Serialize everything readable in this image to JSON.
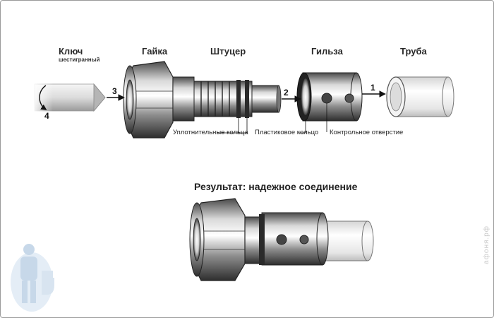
{
  "labels": {
    "key": "Ключ",
    "key_sub": "шестигранный",
    "nut": "Гайка",
    "fitting": "Штуцер",
    "sleeve": "Гильза",
    "pipe": "Труба"
  },
  "callouts": {
    "sealing_rings": "Уплотнительные кольца",
    "plastic_ring": "Пластиковое кольцо",
    "control_hole": "Контрольное отверстие"
  },
  "steps": [
    "1",
    "2",
    "3",
    "4"
  ],
  "result_title": "Результат: надежное соединение",
  "watermark": "афоня.рф",
  "colors": {
    "metal_dark": "#3a3a3a",
    "metal_light": "#e8e8e8",
    "pipe": "#f2f2f2"
  }
}
